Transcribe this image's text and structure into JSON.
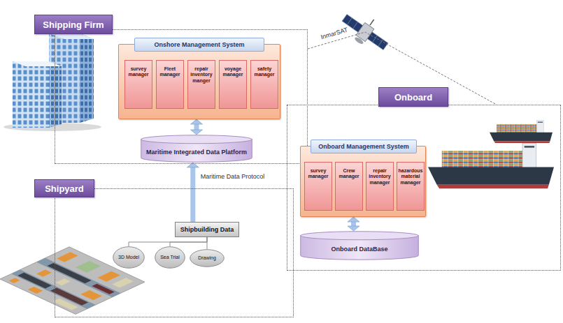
{
  "diagram": {
    "nodes": [
      {
        "text": [
          "Shipping Firm"
        ]
      },
      {
        "text": [
          "Onshore Management System"
        ],
        "in": 0
      },
      {
        "text": [
          "survey manager"
        ],
        "in": 1
      },
      {
        "text": [
          "Fleet manager"
        ],
        "in": 1
      },
      {
        "text": [
          "repair inventory manger"
        ],
        "in": 1
      },
      {
        "text": [
          "voyage manager"
        ],
        "in": 1
      },
      {
        "text": [
          "safety manager"
        ],
        "in": 1
      },
      {
        "text": [
          "Maritime Integrated Data Platform"
        ],
        "in": 0
      },
      {
        "text": [
          "Onboard"
        ]
      },
      {
        "text": [
          "Onboard Management System"
        ],
        "in": 8
      },
      {
        "text": [
          "survey manager"
        ],
        "in": 9
      },
      {
        "text": [
          "Crew manager"
        ],
        "in": 9
      },
      {
        "text": [
          "repair inventory manager"
        ],
        "in": 9
      },
      {
        "text": [
          "hazardous material manager"
        ],
        "in": 9
      },
      {
        "text": [
          "Onboard DataBase"
        ],
        "in": 8
      },
      {
        "text": [
          "Shipyard"
        ]
      },
      {
        "text": [
          "Shipbuilding Data"
        ],
        "in": 15
      },
      {
        "text": [
          "3D Model"
        ],
        "in": 15
      },
      {
        "text": [
          "Sea Trial"
        ],
        "in": 15
      },
      {
        "text": [
          "Drawing"
        ],
        "in": 15
      }
    ],
    "edges": [
      {
        "from": 0,
        "to": 8,
        "arrow": "none",
        "label": "InmarSAT"
      },
      {
        "from": 1,
        "to": 7,
        "arrow": "both"
      },
      {
        "from": 16,
        "to": 7,
        "arrow": "to",
        "label": "Maritime Data Protocol"
      },
      {
        "from": 9,
        "to": 14,
        "arrow": "both"
      },
      {
        "from": 16,
        "to": 17,
        "arrow": "none"
      },
      {
        "from": 16,
        "to": 18,
        "arrow": "none"
      },
      {
        "from": 16,
        "to": 19,
        "arrow": "none"
      }
    ]
  }
}
